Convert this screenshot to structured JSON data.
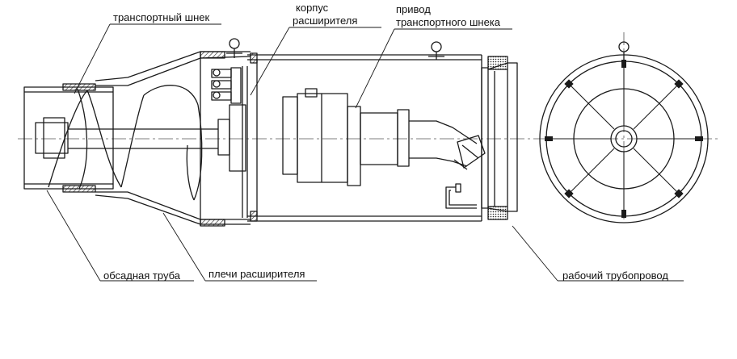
{
  "labels": {
    "transport_auger": "транспортный шнек",
    "reamer_housing_line1": "корпус",
    "reamer_housing_line2": "расширителя",
    "auger_drive_line1": "привод",
    "auger_drive_line2": "транспортного шнека",
    "casing_pipe": "обсадная труба",
    "reamer_shoulders": "плечи расширителя",
    "working_pipeline": "рабочий трубопровод"
  },
  "colors": {
    "line": "#1a1a1a",
    "centerline": "#555555",
    "background": "#ffffff",
    "hatch": "#222222"
  }
}
